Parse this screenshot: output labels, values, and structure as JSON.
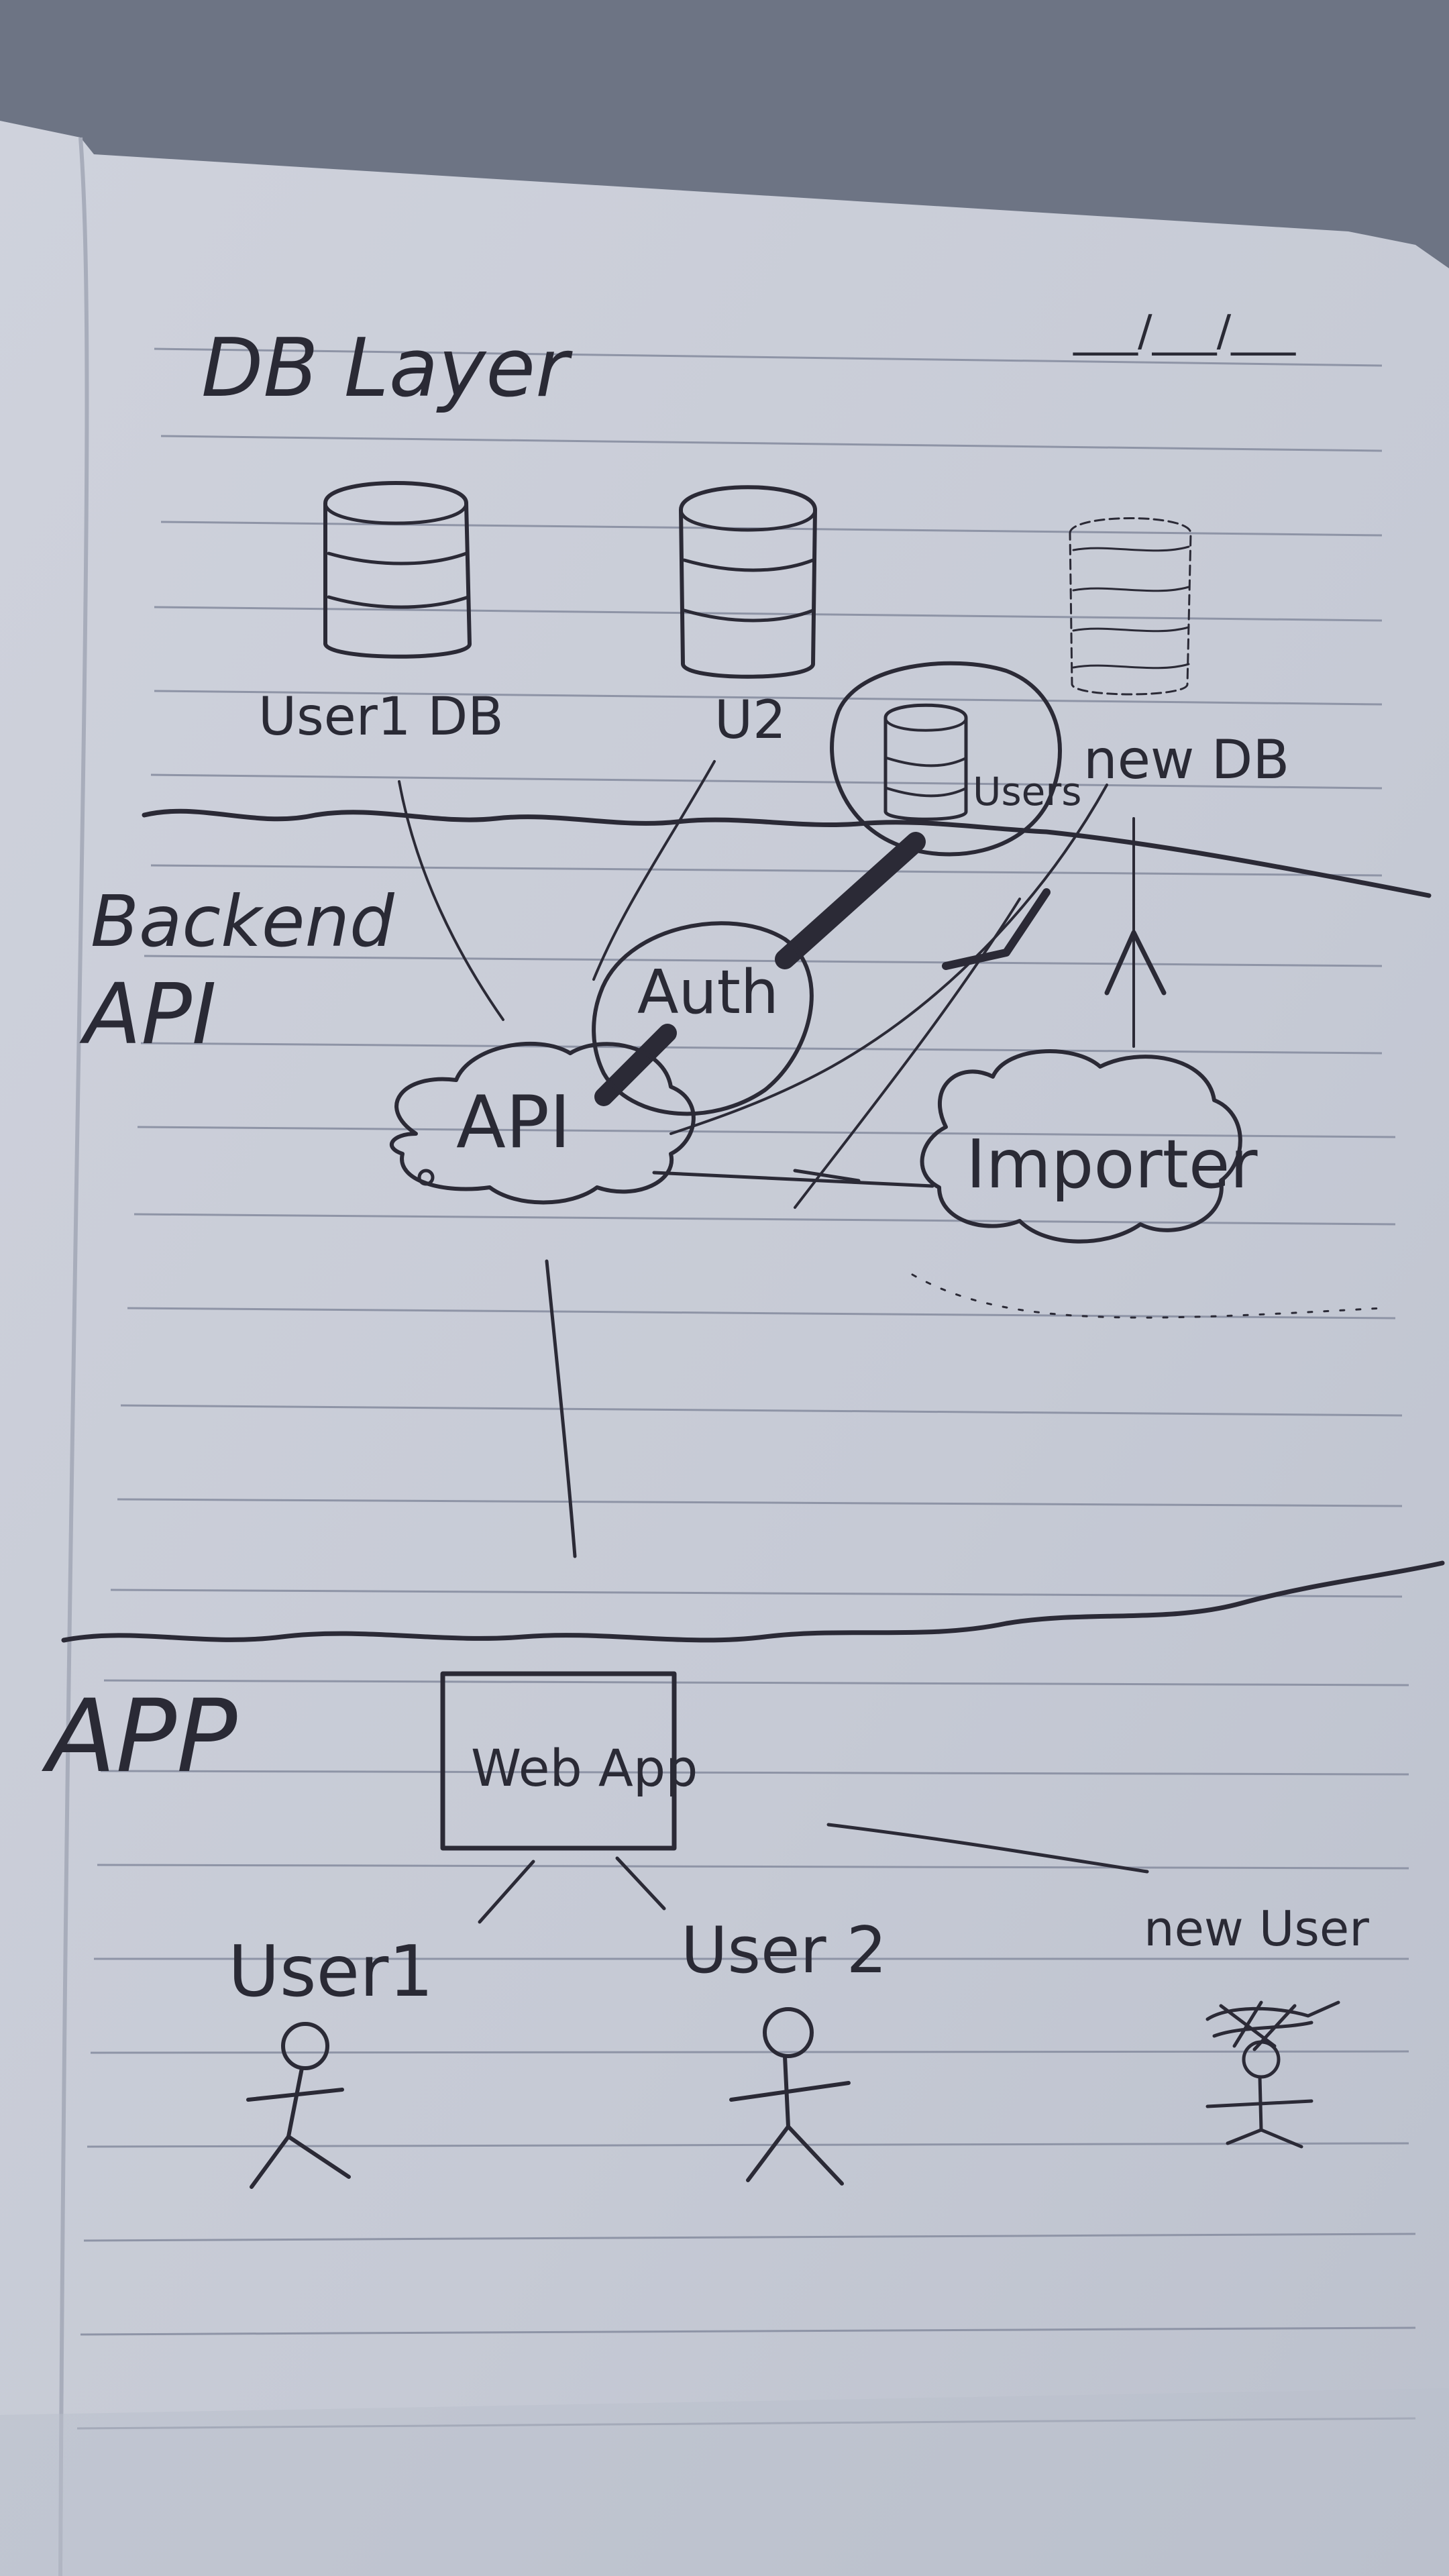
{
  "layers": {
    "db": "DB Layer",
    "backend": [
      "Backend",
      "API"
    ],
    "app": "APP"
  },
  "date_field": "___/___/___",
  "databases": {
    "user1": "User1 DB",
    "u2": "U2",
    "users": "Users",
    "new": "new DB"
  },
  "services": {
    "auth": "Auth",
    "api": "API",
    "importer": "Importer",
    "webapp": "Web App"
  },
  "people": {
    "user1": "User1",
    "user2": "User 2",
    "new_user": "new User"
  },
  "colors": {
    "page": "#c8ccd6",
    "ink": "#2b2a36",
    "rule": "#8e94a6",
    "background": "#6d7484"
  }
}
